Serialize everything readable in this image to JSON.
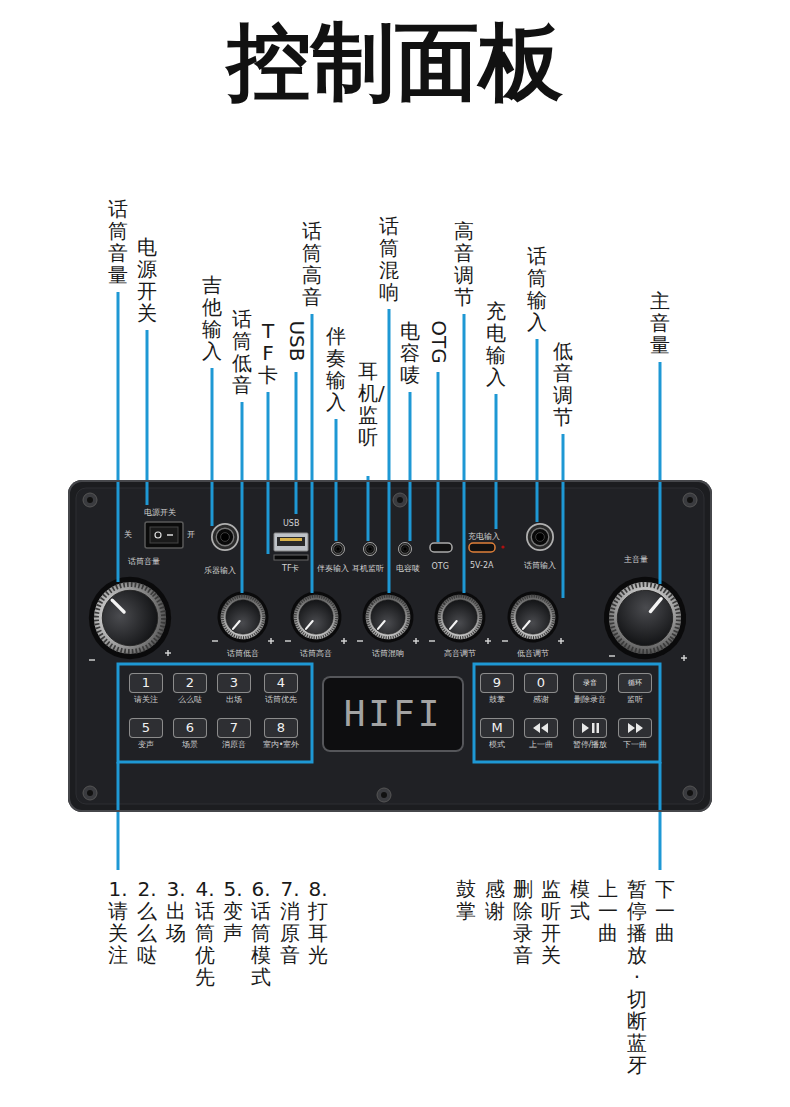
{
  "diagram": {
    "title": "控制面板",
    "nodes": [
      {
        "text": [
          "电源开关",
          "关",
          "开",
          "话筒音量",
          "乐器输入",
          "USB",
          "TF卡",
          "伴奏输入",
          "耳机监听",
          "电容唛",
          "OTG",
          "充电输入",
          "5V-2A",
          "话筒输入",
          "主音量",
          "话筒低音",
          "话筒高音",
          "话筒混响",
          "高音调节",
          "低音调节"
        ]
      },
      {
        "text": [
          "1",
          "请关注"
        ],
        "in": 0
      },
      {
        "text": [
          "2",
          "么么哒"
        ],
        "in": 0
      },
      {
        "text": [
          "3",
          "出场"
        ],
        "in": 0
      },
      {
        "text": [
          "4",
          "话筒优先"
        ],
        "in": 0
      },
      {
        "text": [
          "5",
          "变声"
        ],
        "in": 0
      },
      {
        "text": [
          "6",
          "场景"
        ],
        "in": 0
      },
      {
        "text": [
          "7",
          "消原音"
        ],
        "in": 0
      },
      {
        "text": [
          "8",
          "室内•室外"
        ],
        "in": 0
      },
      {
        "text": [
          "HIFI"
        ],
        "in": 0
      },
      {
        "text": [
          "9",
          "鼓掌"
        ],
        "in": 0
      },
      {
        "text": [
          "0",
          "感谢"
        ],
        "in": 0
      },
      {
        "text": [
          "录音",
          "删除录音"
        ],
        "in": 0
      },
      {
        "text": [
          "循环",
          "监听"
        ],
        "in": 0
      },
      {
        "text": [
          "M",
          "模式"
        ],
        "in": 0
      },
      {
        "text": [
          "上一曲"
        ],
        "in": 0
      },
      {
        "text": [
          "暂停/播放"
        ],
        "in": 0
      },
      {
        "text": [
          "下一曲"
        ],
        "in": 0
      }
    ],
    "labels": [
      "话筒音量",
      "电源开关",
      "吉他输入",
      "话筒低音",
      "TF卡",
      "USB",
      "话筒高音",
      "伴奏输入",
      "耳机/监听",
      "话筒混响",
      "电容唛",
      "OTG",
      "高音调节",
      "充电输入",
      "话筒输入",
      "低音调节",
      "主音量",
      "1.请关注",
      "2.么么哒",
      "3.出场",
      "4.话筒优先",
      "5.变声",
      "6.话筒模式",
      "7.消原音",
      "8.打耳光",
      "鼓掌",
      "感谢",
      "删除录音",
      "监听开关",
      "模式",
      "上一曲",
      "暂停播放·切断蓝牙",
      "下一曲"
    ]
  }
}
